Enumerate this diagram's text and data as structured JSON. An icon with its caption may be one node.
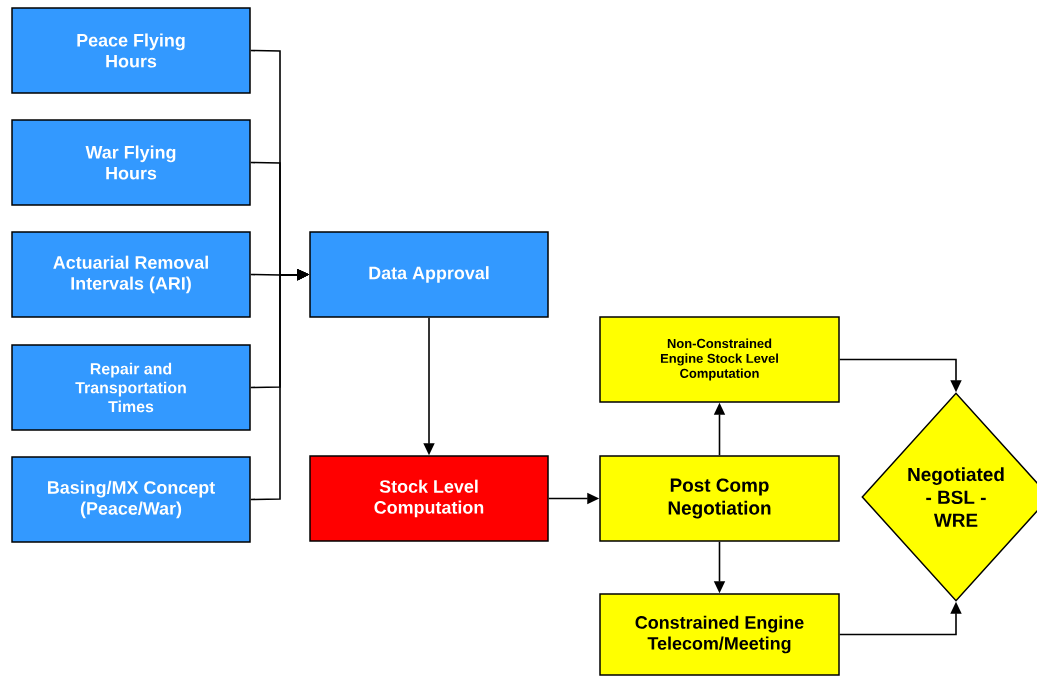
{
  "diagram": {
    "nodes": [
      {
        "text": [
          "Peace Flying Hours"
        ]
      },
      {
        "text": [
          "War Flying Hours"
        ]
      },
      {
        "text": [
          "Actuarial Removal Intervals (ARI)"
        ]
      },
      {
        "text": [
          "Repair and Transportation Times"
        ]
      },
      {
        "text": [
          "Basing/MX Concept (Peace/War)"
        ]
      },
      {
        "text": [
          "Data Approval"
        ]
      },
      {
        "text": [
          "Stock Level Computation"
        ]
      },
      {
        "text": [
          "Non-Constrained Engine Stock Level Computation"
        ]
      },
      {
        "text": [
          "Post Comp Negotiation"
        ]
      },
      {
        "text": [
          "Constrained Engine Telecom/Meeting"
        ]
      },
      {
        "text": [
          "Negotiated - BSL - WRE"
        ]
      }
    ],
    "edges": [
      {
        "from": 0,
        "to": 5,
        "arrow": "to"
      },
      {
        "from": 1,
        "to": 5,
        "arrow": "to"
      },
      {
        "from": 2,
        "to": 5,
        "arrow": "to"
      },
      {
        "from": 3,
        "to": 5,
        "arrow": "to"
      },
      {
        "from": 4,
        "to": 5,
        "arrow": "to"
      },
      {
        "from": 5,
        "to": 6,
        "arrow": "to"
      },
      {
        "from": 6,
        "to": 8,
        "arrow": "to"
      },
      {
        "from": 8,
        "to": 7,
        "arrow": "to"
      },
      {
        "from": 8,
        "to": 9,
        "arrow": "to"
      },
      {
        "from": 7,
        "to": 10,
        "arrow": "to"
      },
      {
        "from": 9,
        "to": 10,
        "arrow": "to"
      }
    ]
  }
}
